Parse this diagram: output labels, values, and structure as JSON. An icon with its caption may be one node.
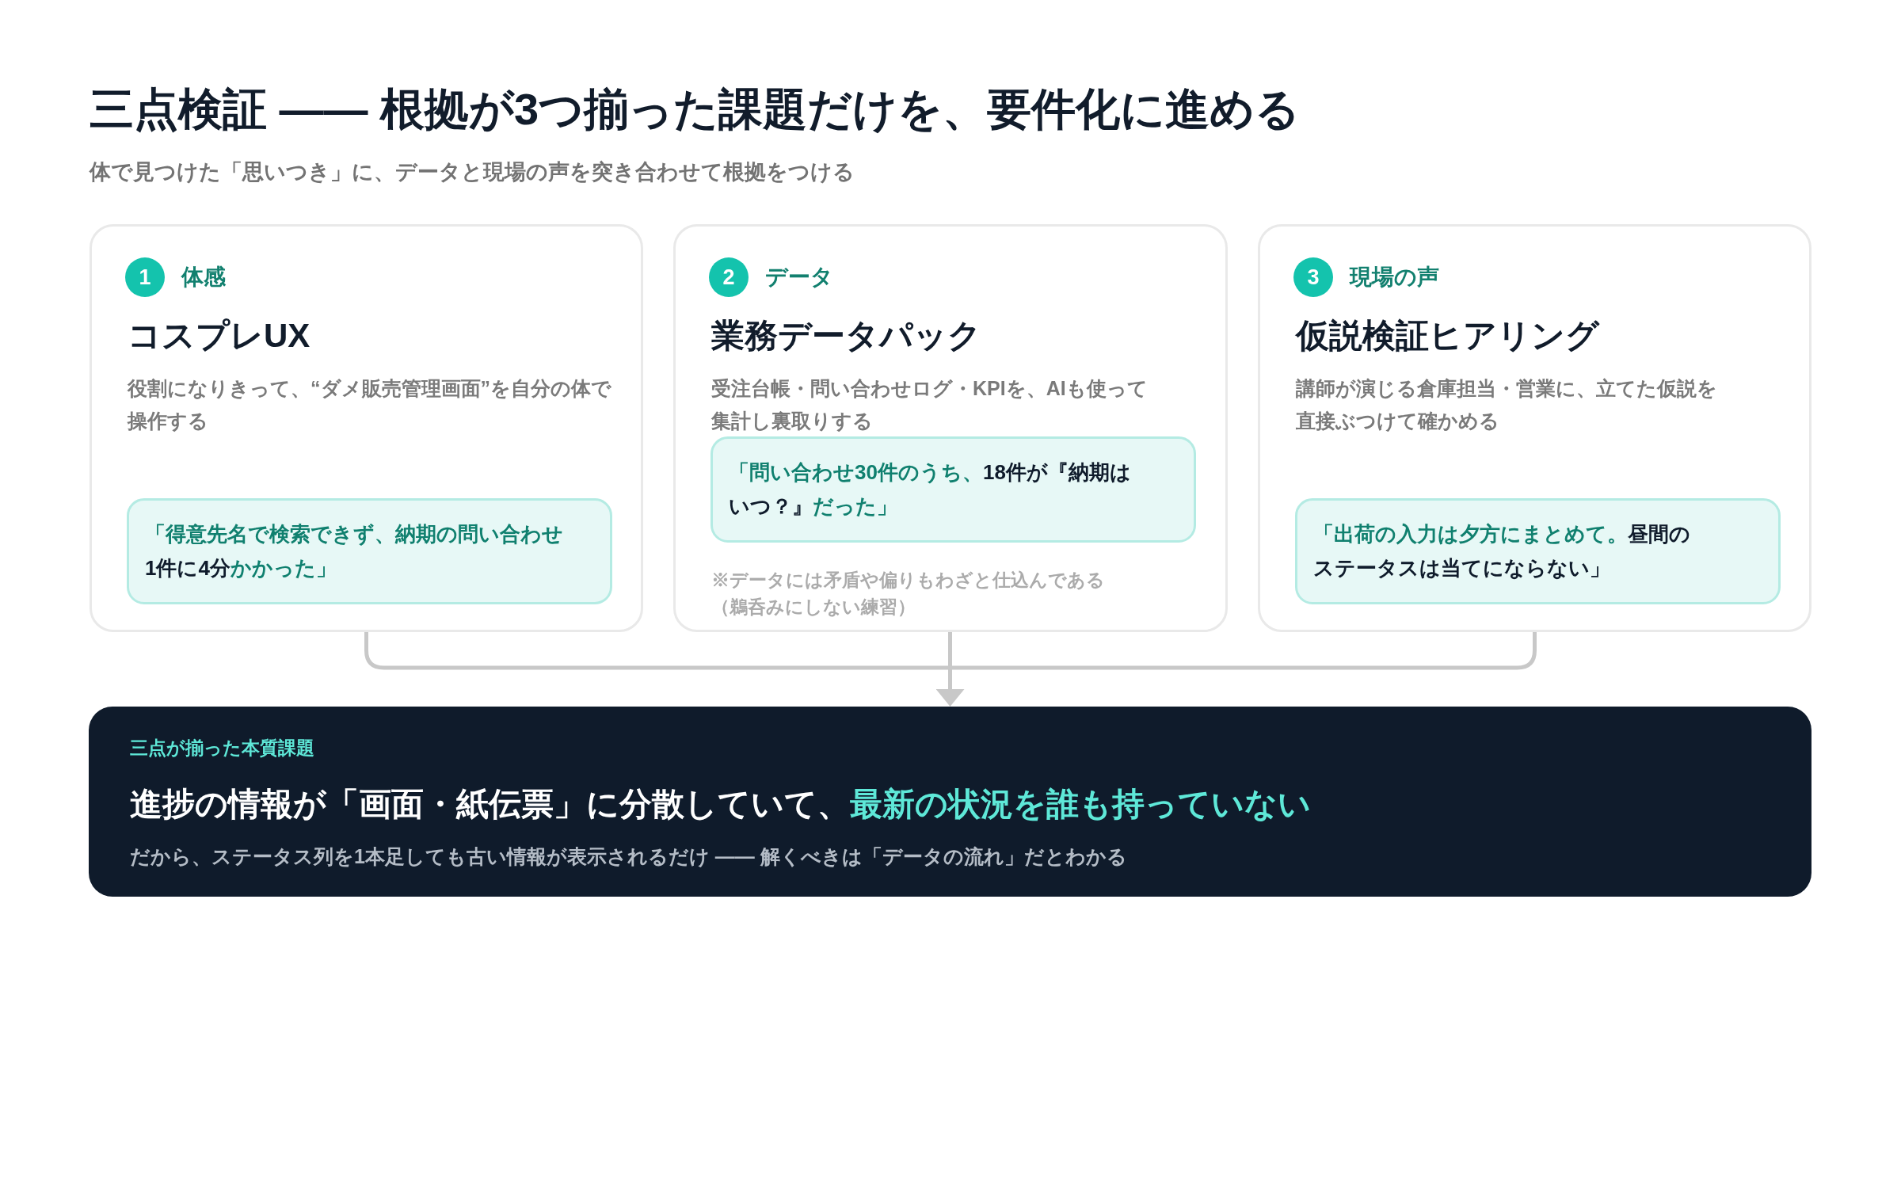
{
  "diagram": {
    "title": "三点検証 —— 根拠が3つ揃った課題だけを、要件化に進める",
    "nodes": [
      {
        "text": [
          "体感",
          "コスプレUX",
          "役割になりきって、“ダメ販売管理画面”を自分の体で操作する"
        ]
      },
      {
        "text": [
          "1"
        ],
        "in": 0
      },
      {
        "text": [
          "「得意先名で検索できず、納期の問い合わせ**1件に4分**かかった」"
        ],
        "in": 0
      },
      {
        "text": [
          "データ",
          "業務データパック",
          "受注台帳・問い合わせログ・KPIを、AIも使って集計し裏取りする",
          "※データには矛盾や偏りもわざと仕込んである（鵜呑みにしない練習）"
        ]
      },
      {
        "text": [
          "2"
        ],
        "in": 3
      },
      {
        "text": [
          "「問い合わせ30件のうち、**18件が『納期はいつ？』**だった」"
        ],
        "in": 3
      },
      {
        "text": [
          "現場の声",
          "仮説検証ヒアリング",
          "講師が演じる倉庫担当・営業に、立てた仮説を直接ぶつけて確かめる"
        ]
      },
      {
        "text": [
          "3"
        ],
        "in": 6
      },
      {
        "text": [
          "「出荷の入力は夕方にまとめて。**昼間のステータスは当てにならない」**"
        ],
        "in": 6
      },
      {
        "text": [
          "三点が揃った本質課題",
          "進捗の情報が「画面・紙伝票」に分散していて、**最新の状況を誰も持っていない**",
          "だから、ステータス列を1本足しても古い情報が表示されるだけ —— 解くべきは「データの流れ」だとわかる"
        ]
      }
    ],
    "edges": [
      {
        "from": 0,
        "to": 9,
        "arrow": "to"
      },
      {
        "from": 3,
        "to": 9,
        "arrow": "to"
      },
      {
        "from": 6,
        "to": 9,
        "arrow": "to"
      }
    ],
    "labels": [
      "体で見つけた「思いつき」に、データと現場の声を突き合わせて根拠をつける"
    ]
  }
}
